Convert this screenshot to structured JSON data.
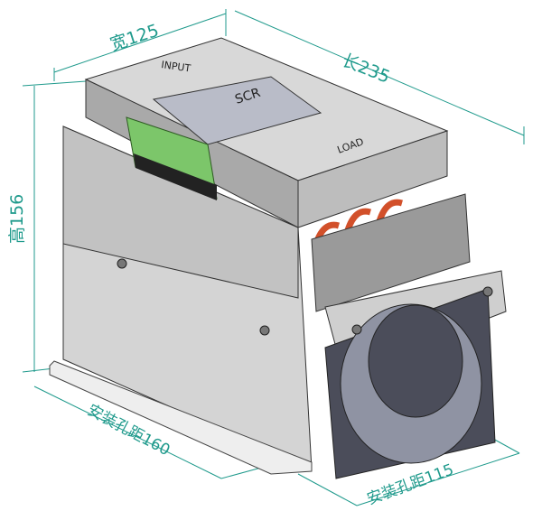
{
  "dimensions": {
    "width": "宽125",
    "length": "长235",
    "height": "高156",
    "mount_hole_long": "安装孔距160",
    "mount_hole_short": "安装孔距115"
  },
  "device": {
    "input_label": "INPUT",
    "load_label": "LOAD",
    "brand": "SCR"
  },
  "colors": {
    "dimension_line": "#1f9a8c",
    "terminal_green": "#7cc66a",
    "busbar_copper": "#d2502a",
    "fan_dark": "#4b4d5a",
    "housing": "#c9c9c9"
  }
}
